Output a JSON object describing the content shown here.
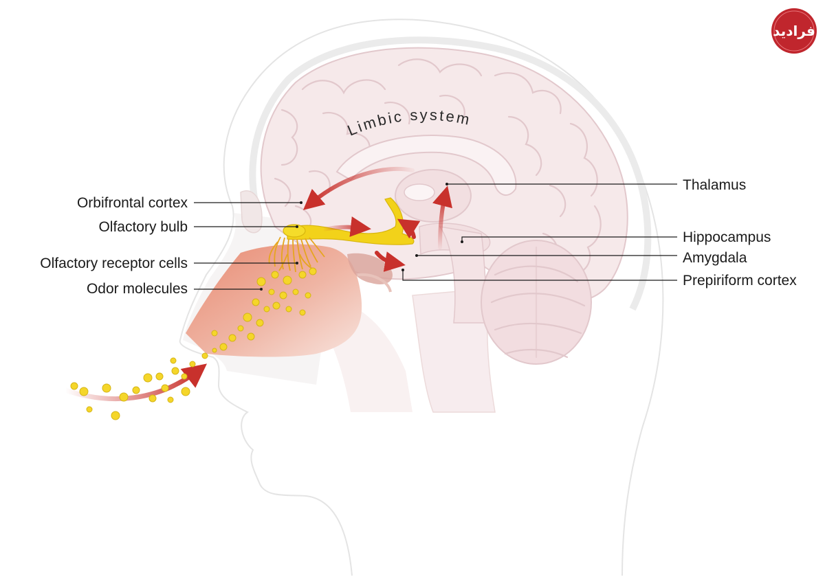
{
  "diagram": {
    "arc_label": "Limbic system",
    "labels_left": {
      "orbitofrontal": "Orbifrontal cortex",
      "olfactory_bulb": "Olfactory bulb",
      "receptor_cells": "Olfactory receptor cells",
      "odor_molecules": "Odor molecules"
    },
    "labels_right": {
      "thalamus": "Thalamus",
      "hippocampus": "Hippocampus",
      "amygdala": "Amygdala",
      "prepiriform": "Prepiriform cortex"
    }
  },
  "logo": {
    "text": "فرادید",
    "color": "#c0262d"
  },
  "colors": {
    "brain": "#f6e9ea",
    "brain_outline": "#e2c8cc",
    "nasal_cavity": "#e07a62",
    "olfactory_nerve": "#f2d21a",
    "arrow": "#c8312c",
    "molecule": "#f5d62a"
  }
}
